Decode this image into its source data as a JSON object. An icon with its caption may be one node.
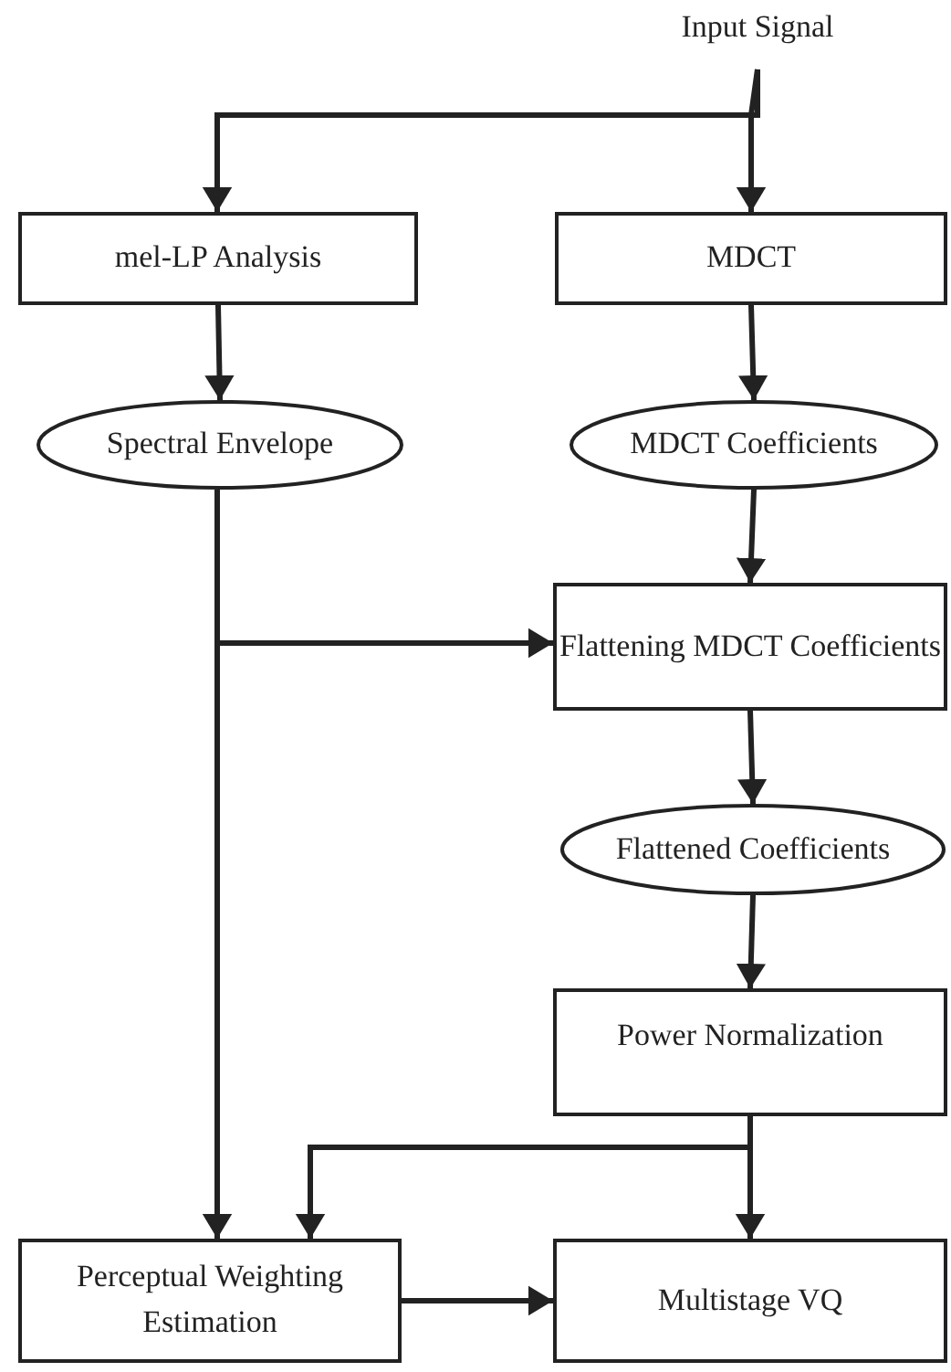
{
  "diagram": {
    "nodes": [
      {
        "text": [
          "Input Signal"
        ]
      },
      {
        "text": [
          "mel-LP Analysis"
        ]
      },
      {
        "text": [
          "MDCT"
        ]
      },
      {
        "text": [
          "Spectral Envelope"
        ]
      },
      {
        "text": [
          "MDCT Coefficients"
        ]
      },
      {
        "text": [
          "Flattening MDCT Coefficients"
        ]
      },
      {
        "text": [
          "Flattened Coefficients"
        ]
      },
      {
        "text": [
          "Power Normalization"
        ]
      },
      {
        "text": [
          "Perceptual Weighting Estimation"
        ]
      },
      {
        "text": [
          "Multistage VQ"
        ]
      }
    ],
    "edges": [
      {
        "from": 0,
        "to": 1,
        "arrow": "to"
      },
      {
        "from": 0,
        "to": 2,
        "arrow": "to"
      },
      {
        "from": 1,
        "to": 3,
        "arrow": "to"
      },
      {
        "from": 2,
        "to": 4,
        "arrow": "to"
      },
      {
        "from": 3,
        "to": 5,
        "arrow": "to"
      },
      {
        "from": 4,
        "to": 5,
        "arrow": "to"
      },
      {
        "from": 3,
        "to": 8,
        "arrow": "to"
      },
      {
        "from": 5,
        "to": 6,
        "arrow": "to"
      },
      {
        "from": 6,
        "to": 7,
        "arrow": "to"
      },
      {
        "from": 7,
        "to": 8,
        "arrow": "to"
      },
      {
        "from": 7,
        "to": 9,
        "arrow": "to"
      },
      {
        "from": 8,
        "to": 9,
        "arrow": "to"
      }
    ]
  }
}
